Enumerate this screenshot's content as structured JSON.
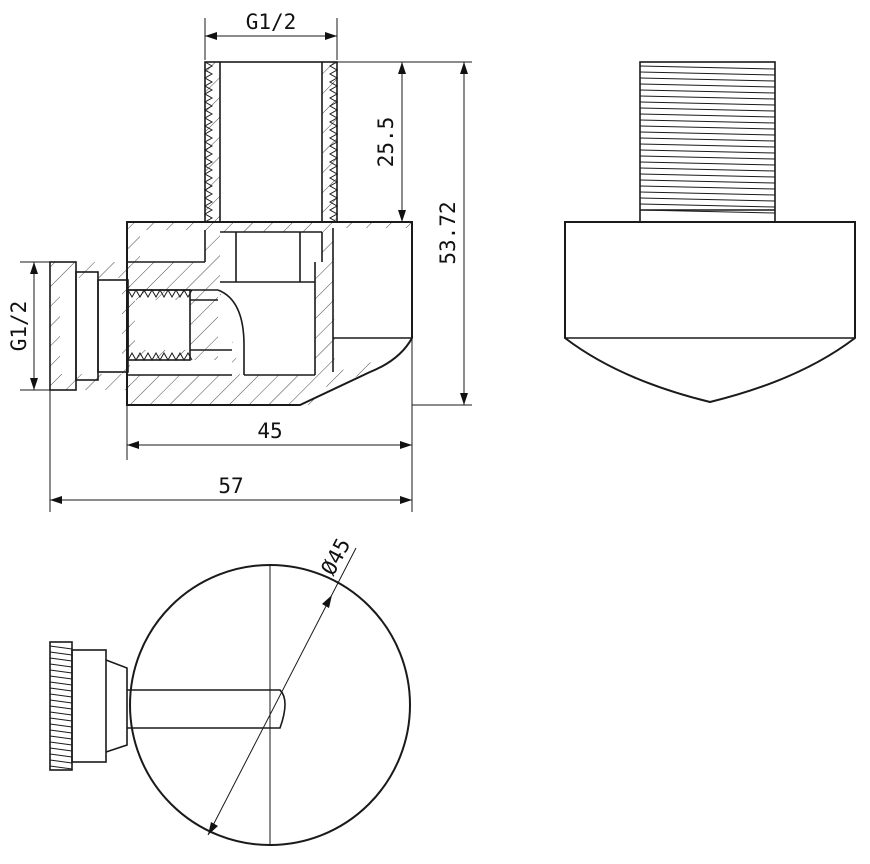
{
  "dimensions": {
    "top_thread": "G1/2",
    "side_thread": "G1/2",
    "thread_length": "25.5",
    "total_height": "53.72",
    "body_width": "45",
    "total_width": "57",
    "diameter": "Ø45"
  }
}
